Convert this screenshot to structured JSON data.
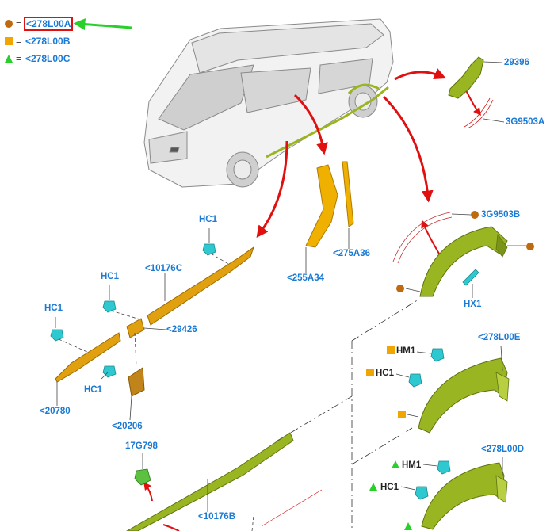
{
  "legend": [
    {
      "marker": "circle",
      "equals": "=",
      "code": "<278L00A",
      "highlighted": true
    },
    {
      "marker": "square",
      "equals": "=",
      "code": "<278L00B",
      "highlighted": false
    },
    {
      "marker": "triangle",
      "equals": "=",
      "code": "<278L00C",
      "highlighted": false
    }
  ],
  "labels": {
    "p29396": "29396",
    "p3G9503A": "3G9503A",
    "p3G9503B": "3G9503B",
    "hx1": "HX1",
    "hc1_top": "HC1",
    "p10176C": "<10176C",
    "hc1_mid": "HC1",
    "hc1_left": "HC1",
    "p29426": "<29426",
    "hc1_low": "HC1",
    "p20780": "<20780",
    "p20206": "<20206",
    "p255A34": "<255A34",
    "p275A36": "<275A36",
    "p278L00E": "<278L00E",
    "hm1_e": "HM1",
    "hc1_e": "HC1",
    "p278L00D": "<278L00D",
    "hm1_d": "HM1",
    "hc1_d": "HC1",
    "p17G798": "17G798",
    "p10176B": "<10176B"
  },
  "colors": {
    "label_blue": "#1a7ad4",
    "arrow_red": "#e01010",
    "highlight_green": "#2ad02a",
    "part_orange": "#e0a010",
    "part_green": "#9ab522",
    "clip_cyan": "#2ec8d0",
    "marker_brown": "#c06a10",
    "marker_orange": "#f0a500"
  }
}
